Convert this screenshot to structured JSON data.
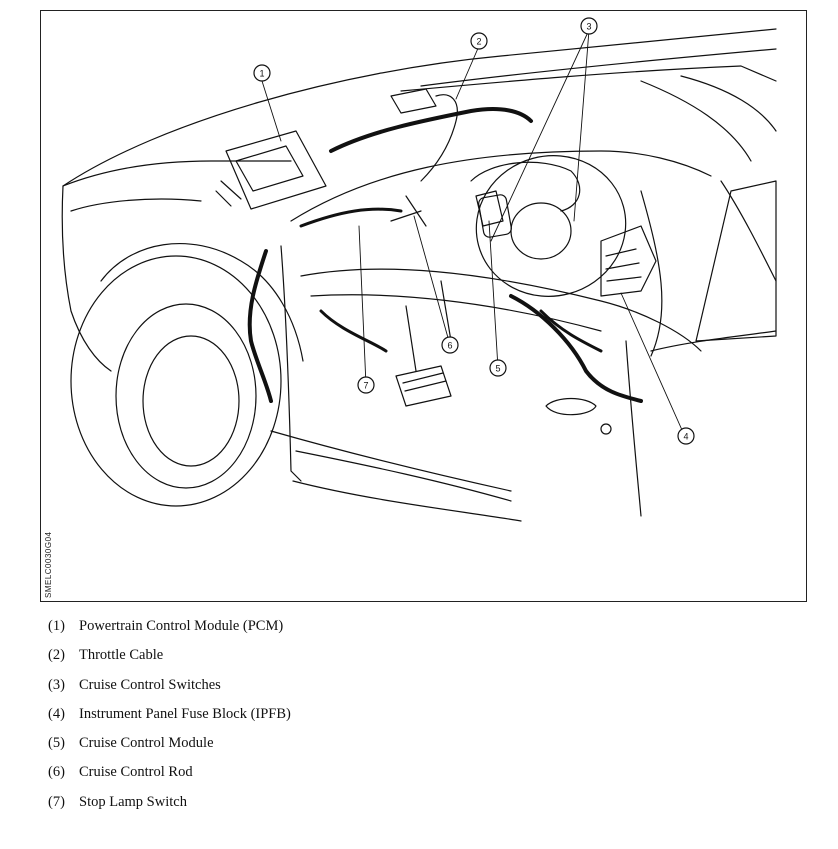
{
  "figure_code": "SMELC0030G04",
  "callouts": [
    "1",
    "2",
    "3",
    "4",
    "5",
    "6",
    "7"
  ],
  "legend": [
    {
      "num": "(1)",
      "label": "Powertrain Control Module (PCM)"
    },
    {
      "num": "(2)",
      "label": "Throttle Cable"
    },
    {
      "num": "(3)",
      "label": "Cruise Control Switches"
    },
    {
      "num": "(4)",
      "label": "Instrument Panel Fuse Block (IPFB)"
    },
    {
      "num": "(5)",
      "label": "Cruise Control Module"
    },
    {
      "num": "(6)",
      "label": "Cruise Control Rod"
    },
    {
      "num": "(7)",
      "label": "Stop Lamp Switch"
    }
  ]
}
